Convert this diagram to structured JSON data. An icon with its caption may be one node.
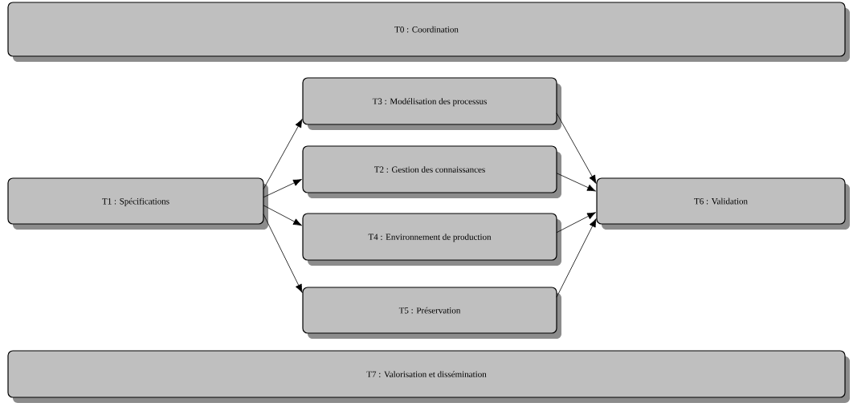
{
  "diagram": {
    "nodes": [
      {
        "text": [
          "T0 : Coordination"
        ]
      },
      {
        "text": [
          "T1 : Spécifications"
        ]
      },
      {
        "text": [
          "T3 : Modélisation des processus"
        ]
      },
      {
        "text": [
          "T2 : Gestion des connaissances"
        ]
      },
      {
        "text": [
          "T4 : Environnement de production"
        ]
      },
      {
        "text": [
          "T5 : Préservation"
        ]
      },
      {
        "text": [
          "T6 : Validation"
        ]
      },
      {
        "text": [
          "T7 : Valorisation et dissémination"
        ]
      }
    ],
    "edges": [
      {
        "from": 1,
        "to": 2,
        "arrow": "to"
      },
      {
        "from": 1,
        "to": 3,
        "arrow": "to"
      },
      {
        "from": 1,
        "to": 4,
        "arrow": "to"
      },
      {
        "from": 1,
        "to": 5,
        "arrow": "to"
      },
      {
        "from": 2,
        "to": 6,
        "arrow": "to"
      },
      {
        "from": 3,
        "to": 6,
        "arrow": "to"
      },
      {
        "from": 4,
        "to": 6,
        "arrow": "to"
      },
      {
        "from": 5,
        "to": 6,
        "arrow": "to"
      }
    ]
  }
}
